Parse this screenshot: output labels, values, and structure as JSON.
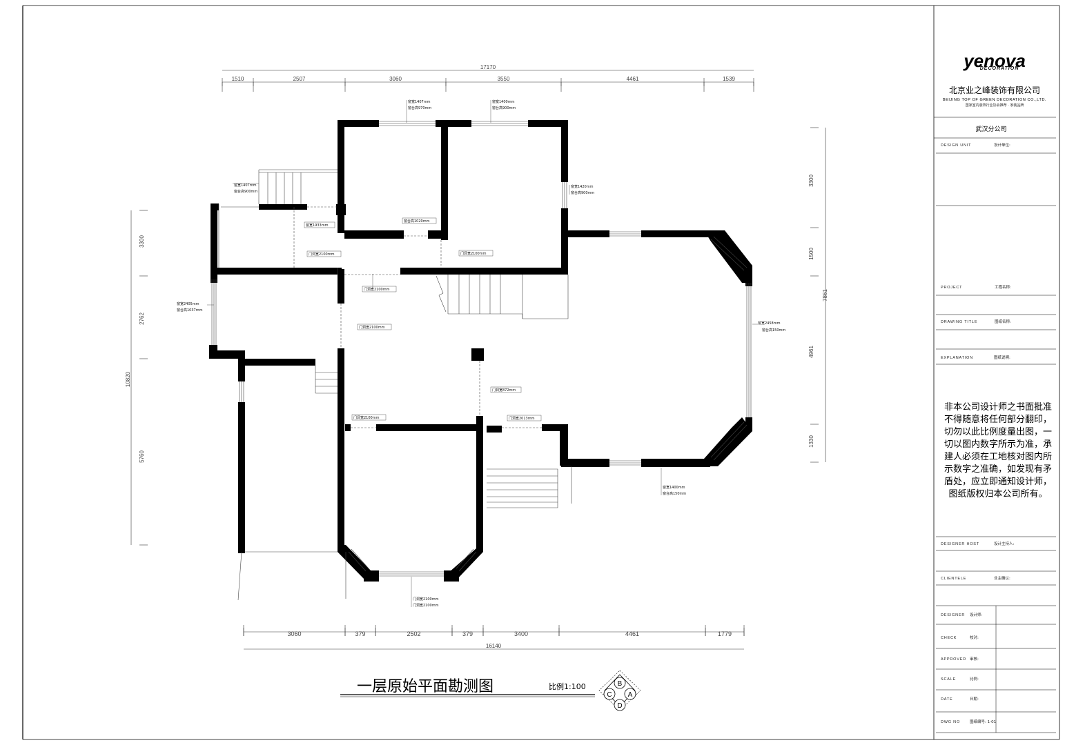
{
  "title_block": {
    "logo_main": "yenova",
    "logo_sub": "DECORATION",
    "company_cn": "北京业之峰装饰有限公司",
    "company_en": "BEIJING TOP OF GREEN DECORATION CO.,LTD.",
    "company_slogan": "国家室内装饰行业协会推荐 · 家装品牌",
    "branch": "武汉分公司",
    "rows": [
      {
        "label": "DESIGN UNIT",
        "value": "设计单位:"
      },
      {
        "label": "PROJECT",
        "value": "工程名称:"
      },
      {
        "label": "DRAWING TITLE",
        "value": "图纸名称:"
      },
      {
        "label": "EXPLANATION",
        "value": "图纸说明:"
      },
      {
        "label": "DESIGNER HOST",
        "value": "设计主持人:"
      },
      {
        "label": "CLIENTELE",
        "value": "业主确认:"
      },
      {
        "label": "DESIGNER",
        "value": "设计师:"
      },
      {
        "label": "CHECK",
        "value": "校对:"
      },
      {
        "label": "APPROVED",
        "value": "审核:"
      },
      {
        "label": "SCALE",
        "value": "比例:"
      },
      {
        "label": "DATE",
        "value": "日期:"
      },
      {
        "label": "DWG NO",
        "value": "图纸编号: 1-01"
      }
    ],
    "notice": "非本公司设计师之书面批准不得随意将任何部分翻印，切勿以此比例度量出图，一切以图内数字所示为准，承建人必须在工地核对图内所示数字之准确，如发现有矛盾处，应立即通知设计师，图纸版权归本公司所有。"
  },
  "drawing": {
    "title": "一层原始平面勘测图",
    "scale": "比例1:100",
    "compass_letters": [
      "B",
      "A",
      "D",
      "C"
    ],
    "top_overall": "17170",
    "top_dims": [
      "1510",
      "2507",
      "3060",
      "3550",
      "4461",
      "1539"
    ],
    "bottom_overall": "16140",
    "bottom_dims": [
      "3060",
      "379",
      "2502",
      "379",
      "3400",
      "4461",
      "1779"
    ],
    "left_overall": "10820",
    "left_dims": [
      "3300",
      "2762",
      "5760"
    ],
    "right_overall": "7861",
    "right_dims": [
      "3300",
      "1500",
      "4961",
      "1330"
    ],
    "annotations": [
      "窗宽1407mm",
      "窗台高970mm",
      "窗宽1400mm",
      "窗台高900mm",
      "窗宽1420mm",
      "窗台高900mm",
      "窗宽1933mm",
      "窗台高1020mm",
      "门洞宽2100mm",
      "门洞宽2100mm",
      "门洞宽2100mm",
      "门洞宽2100mm",
      "门洞宽872mm",
      "门洞宽2100mm",
      "门洞宽2013mm",
      "门洞宽2100mm",
      "门洞宽2100mm",
      "窗宽1407mm",
      "窗台高900mm",
      "窗宽2405mm",
      "窗台高1037mm",
      "窗宽2458mm",
      "窗台高150mm",
      "窗宽1400mm",
      "窗台高150mm"
    ]
  }
}
